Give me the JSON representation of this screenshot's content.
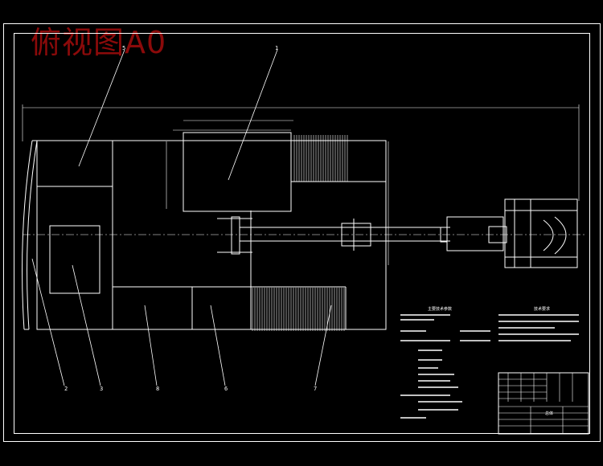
{
  "drawing": {
    "title": "俯视图A0",
    "callouts": [
      "5",
      "1",
      "2",
      "3",
      "8",
      "6",
      "7"
    ],
    "notes_heading": "技术要求",
    "table_heading": "主要技术参数",
    "title_block_name": "总体"
  }
}
